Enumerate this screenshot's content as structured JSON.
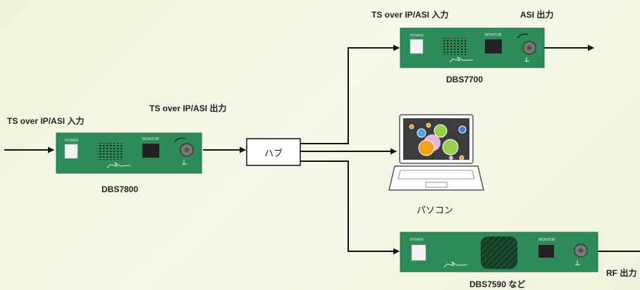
{
  "top_label": "",
  "labels": {
    "ts_in_left": "TS over IP/ASI 入力",
    "ts_out_left": "TS over IP/ASI 出力",
    "ts_in_top": "TS over IP/ASI 入力",
    "asi_out": "ASI 出力",
    "rf_out": "RF 出力"
  },
  "devices": {
    "dbs7800": {
      "name": "DBS7800",
      "power": "POWER",
      "monitor": "MONITOR"
    },
    "dbs7700": {
      "name": "DBS7700",
      "power": "POWER",
      "monitor": "MONITOR"
    },
    "dbs7590": {
      "name": "DBS7590 など",
      "power": "POWER",
      "monitor": "MONITOR"
    }
  },
  "hub": {
    "label": "ハブ"
  },
  "pc": {
    "label": "パソコン"
  },
  "colors": {
    "device_green": "#2e8a58",
    "device_dark": "#1f6a42",
    "line": "#111111"
  }
}
